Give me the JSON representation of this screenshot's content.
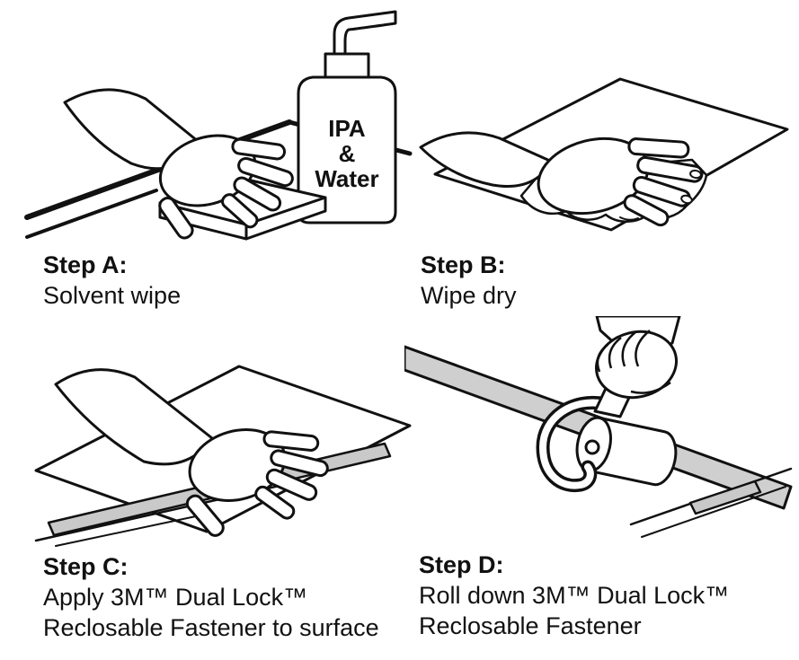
{
  "colors": {
    "background": "#ffffff",
    "line": "#111111",
    "fastener_gray": "#c9c9c9",
    "tape_gray": "#cfcfcf"
  },
  "bottle": {
    "label_line1": "IPA",
    "label_line2": "&",
    "label_line3": "Water"
  },
  "steps": [
    {
      "title": "Step A:",
      "lines": [
        "Solvent wipe"
      ]
    },
    {
      "title": "Step B:",
      "lines": [
        "Wipe dry"
      ]
    },
    {
      "title": "Step C:",
      "lines": [
        "Apply 3M™ Dual Lock™",
        "Reclosable Fastener to surface"
      ]
    },
    {
      "title": "Step D:",
      "lines": [
        "Roll down 3M™ Dual Lock™",
        "Reclosable Fastener"
      ]
    }
  ]
}
